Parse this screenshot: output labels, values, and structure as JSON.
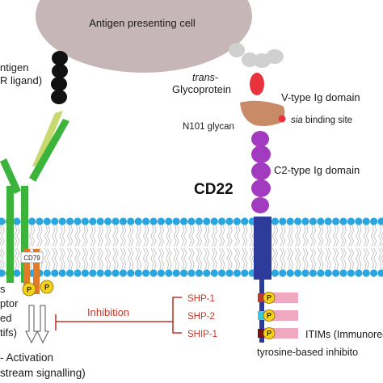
{
  "cell": {
    "label": "Antigen presenting cell"
  },
  "bcr": {
    "antigen_line1": "ntigen",
    "antigen_line2": "R ligand)",
    "cd79": "CD79",
    "frag1": "s",
    "frag2": "ptor",
    "frag3": "ed",
    "frag4": "tifs)",
    "activation_line1": "- Activation",
    "activation_line2": "stream signalling)",
    "phospho": "P"
  },
  "cd22": {
    "name": "CD22",
    "trans_prefix": "trans-",
    "trans_line2": "Glycoprotein",
    "v_domain": "V-type Ig domain",
    "n101": "N101 glycan",
    "sia_prefix": "sia",
    "sia_suffix": " binding site",
    "c2_domain": "C2-type Ig domain",
    "itims": "ITIMs (Immunorece",
    "itims_line2": "tyrosine-based inhibito",
    "phospho": "P"
  },
  "inhibition": {
    "label": "Inhibition",
    "phosphatases": [
      "SHP-1",
      "SHP-2",
      "SHIP-1"
    ]
  },
  "colors": {
    "cell": "#c7b6b8",
    "membrane_head": "#2aa5dd",
    "bcr_green": "#3cb43c",
    "bcr_light": "#c8d96e",
    "antigen": "#111111",
    "cd79": "#e07b2a",
    "cd22_tm": "#2d3b9a",
    "cd22_c2": "#a23bbf",
    "v_domain": "#c98a68",
    "glyco_red": "#e8323c",
    "glyco_grey": "#d0d0d0",
    "itim": "#f0a8c0",
    "phospho": "#f2d21b",
    "inhibition": "#c0392b"
  }
}
